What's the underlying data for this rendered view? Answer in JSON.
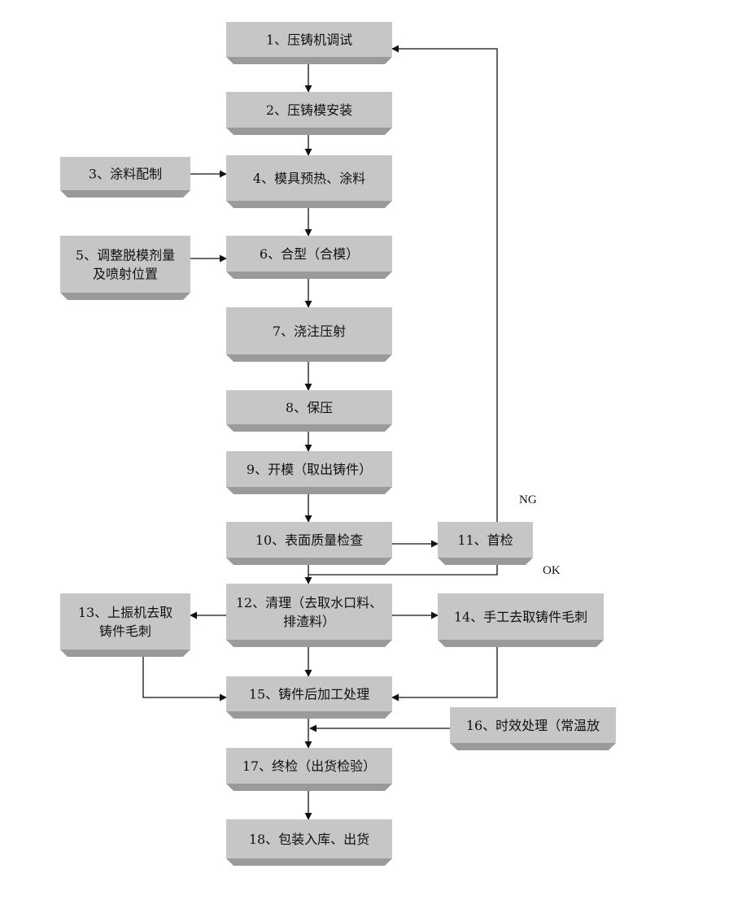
{
  "steps": [
    {
      "id": "s1",
      "lines": [
        "1、压铸机调试"
      ]
    },
    {
      "id": "s2",
      "lines": [
        "2、压铸模安装"
      ]
    },
    {
      "id": "s3",
      "lines": [
        "3、涂料配制"
      ]
    },
    {
      "id": "s4",
      "lines": [
        "4、模具预热、涂料"
      ]
    },
    {
      "id": "s5",
      "lines": [
        "5、调整脱模剂量",
        "及喷射位置"
      ]
    },
    {
      "id": "s6",
      "lines": [
        "6、合型（合模）"
      ]
    },
    {
      "id": "s7",
      "lines": [
        "7、浇注压射"
      ]
    },
    {
      "id": "s8",
      "lines": [
        "8、保压"
      ]
    },
    {
      "id": "s9",
      "lines": [
        "9、开模（取出铸件）"
      ]
    },
    {
      "id": "s10",
      "lines": [
        "10、表面质量检查"
      ]
    },
    {
      "id": "s11",
      "lines": [
        "11、首检"
      ]
    },
    {
      "id": "s12",
      "lines": [
        "12、清理（去取水口料、",
        "排渣料）"
      ]
    },
    {
      "id": "s13",
      "lines": [
        "13、上振机去取",
        "铸件毛刺"
      ]
    },
    {
      "id": "s14",
      "lines": [
        "14、手工去取铸件毛刺"
      ]
    },
    {
      "id": "s15",
      "lines": [
        "15、铸件后加工处理"
      ]
    },
    {
      "id": "s16",
      "lines": [
        "16、时效处理（常温放"
      ]
    },
    {
      "id": "s17",
      "lines": [
        "17、终检（出货检验）"
      ]
    },
    {
      "id": "s18",
      "lines": [
        "18、包装入库、出货"
      ]
    }
  ],
  "labels": {
    "ng": "NG",
    "ok": "OK"
  },
  "colors": {
    "box_face": "#c6c6c6",
    "box_bevel": "#9a9a9a",
    "line": "#111111"
  }
}
